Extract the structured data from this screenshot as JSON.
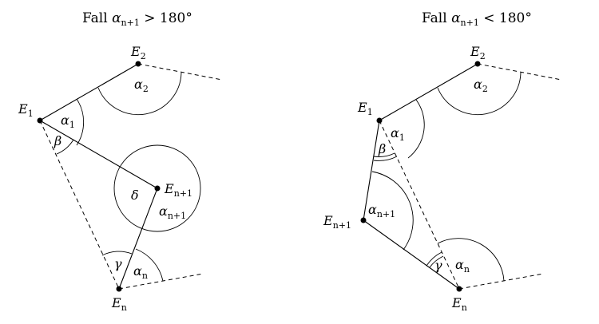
{
  "left": {
    "title": {
      "prefix": "Fall ",
      "sym": "α",
      "sub": "n+1",
      "rel": " > 180°"
    },
    "points": {
      "e1": {
        "main": "E",
        "sub": "1"
      },
      "e2": {
        "main": "E",
        "sub": "2"
      },
      "en1": {
        "main": "E",
        "sub": "n+1"
      },
      "en": {
        "main": "E",
        "sub": "n"
      }
    },
    "angles": {
      "alpha1": {
        "main": "α",
        "sub": "1"
      },
      "alpha2": {
        "main": "α",
        "sub": "2"
      },
      "beta": {
        "main": "β"
      },
      "delta": {
        "main": "δ"
      },
      "alphan1": {
        "main": "α",
        "sub": "n+1"
      },
      "gamma": {
        "main": "γ"
      },
      "alphan": {
        "main": "α",
        "sub": "n"
      }
    }
  },
  "right": {
    "title": {
      "prefix": "Fall ",
      "sym": "α",
      "sub": "n+1",
      "rel": " < 180°"
    },
    "points": {
      "e1": {
        "main": "E",
        "sub": "1"
      },
      "e2": {
        "main": "E",
        "sub": "2"
      },
      "en1": {
        "main": "E",
        "sub": "n+1"
      },
      "en": {
        "main": "E",
        "sub": "n"
      }
    },
    "angles": {
      "alpha1": {
        "main": "α",
        "sub": "1"
      },
      "alpha2": {
        "main": "α",
        "sub": "2"
      },
      "beta": {
        "main": "β"
      },
      "alphan1": {
        "main": "α",
        "sub": "n+1"
      },
      "gamma": {
        "main": "γ"
      },
      "alphan": {
        "main": "α",
        "sub": "n"
      }
    }
  }
}
